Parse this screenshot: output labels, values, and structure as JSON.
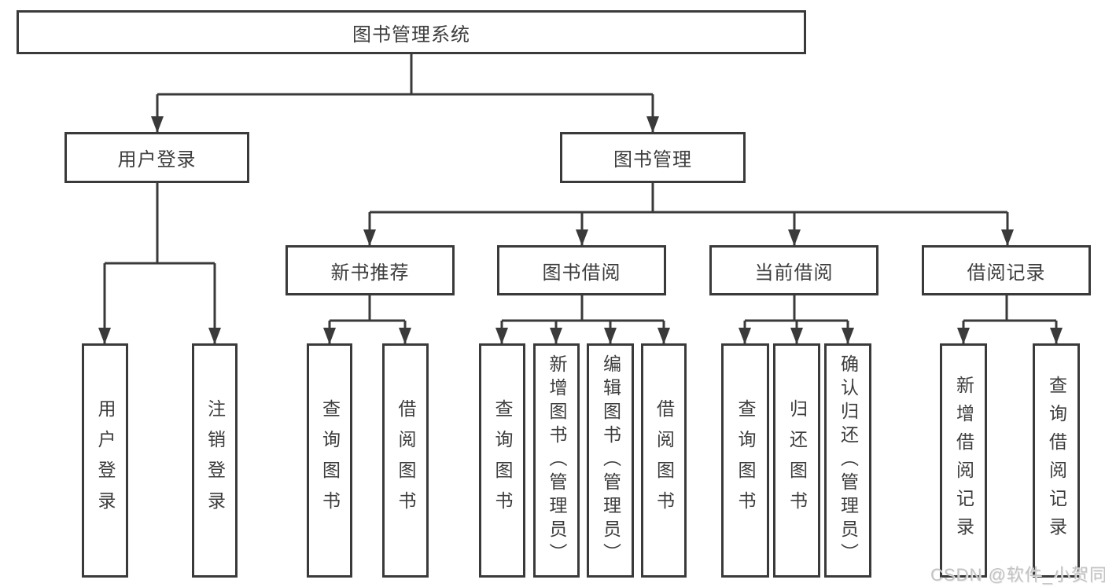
{
  "tree": {
    "label": "图书管理系统",
    "children": [
      {
        "label": "用户登录",
        "children": [
          {
            "label": "用户登录"
          },
          {
            "label": "注销登录"
          }
        ]
      },
      {
        "label": "图书管理",
        "children": [
          {
            "label": "新书推荐",
            "children": [
              {
                "label": "查询图书"
              },
              {
                "label": "借阅图书"
              }
            ]
          },
          {
            "label": "图书借阅",
            "children": [
              {
                "label": "查询图书"
              },
              {
                "label": "新增图书（管理员）"
              },
              {
                "label": "编辑图书（管理员）"
              },
              {
                "label": "借阅图书"
              }
            ]
          },
          {
            "label": "当前借阅",
            "children": [
              {
                "label": "查询图书"
              },
              {
                "label": "归还图书"
              },
              {
                "label": "确认归还（管理员）"
              }
            ]
          },
          {
            "label": "借阅记录",
            "children": [
              {
                "label": "新增借阅记录"
              },
              {
                "label": "查询借阅记录"
              }
            ]
          }
        ]
      }
    ]
  },
  "watermark": {
    "text": "CSDN @软件_小贺同学"
  },
  "colors": {
    "background": "#ffffff",
    "line": "#3a3a3a",
    "box_border": "#3a3a3a",
    "text": "#3d3d3d",
    "watermark": "#c3c3c3"
  }
}
